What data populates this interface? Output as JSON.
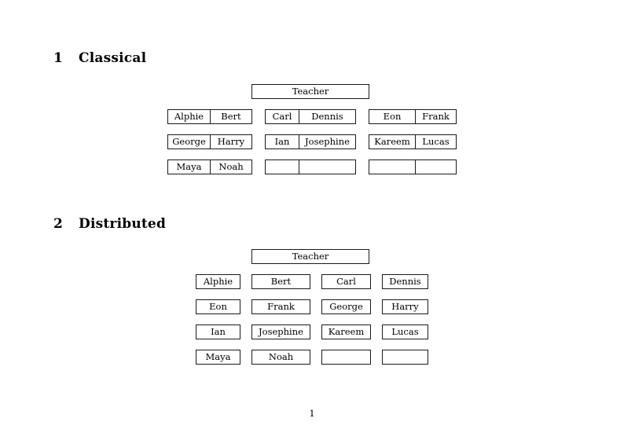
{
  "document": {
    "page_number": "1",
    "sections": [
      {
        "number": "1",
        "title": "Classical",
        "teacher_label": "Teacher",
        "layout": "paired-cells",
        "rows": [
          {
            "groups": [
              {
                "cells": [
                  {
                    "label": "Alphie"
                  },
                  {
                    "label": "Bert"
                  }
                ]
              },
              {
                "cells": [
                  {
                    "label": "Carl"
                  },
                  {
                    "label": "Dennis"
                  }
                ]
              },
              {
                "cells": [
                  {
                    "label": "Eon"
                  },
                  {
                    "label": "Frank"
                  }
                ]
              }
            ]
          },
          {
            "groups": [
              {
                "cells": [
                  {
                    "label": "George"
                  },
                  {
                    "label": "Harry"
                  }
                ]
              },
              {
                "cells": [
                  {
                    "label": "Ian"
                  },
                  {
                    "label": "Josephine"
                  }
                ]
              },
              {
                "cells": [
                  {
                    "label": "Kareem"
                  },
                  {
                    "label": "Lucas"
                  }
                ]
              }
            ]
          },
          {
            "groups": [
              {
                "cells": [
                  {
                    "label": "Maya"
                  },
                  {
                    "label": "Noah"
                  }
                ]
              },
              {
                "cells": [
                  {
                    "label": ""
                  },
                  {
                    "label": ""
                  }
                ]
              },
              {
                "cells": [
                  {
                    "label": ""
                  },
                  {
                    "label": ""
                  }
                ]
              }
            ]
          }
        ]
      },
      {
        "number": "2",
        "title": "Distributed",
        "teacher_label": "Teacher",
        "layout": "separate-boxes",
        "rows": [
          {
            "boxes": [
              {
                "label": "Alphie"
              },
              {
                "label": "Bert"
              },
              {
                "label": "Carl"
              },
              {
                "label": "Dennis"
              }
            ]
          },
          {
            "boxes": [
              {
                "label": "Eon"
              },
              {
                "label": "Frank"
              },
              {
                "label": "George"
              },
              {
                "label": "Harry"
              }
            ]
          },
          {
            "boxes": [
              {
                "label": "Ian"
              },
              {
                "label": "Josephine"
              },
              {
                "label": "Kareem"
              },
              {
                "label": "Lucas"
              }
            ]
          },
          {
            "boxes": [
              {
                "label": "Maya"
              },
              {
                "label": "Noah"
              },
              {
                "label": ""
              },
              {
                "label": ""
              }
            ]
          }
        ]
      }
    ]
  },
  "colors": {
    "page_background": "#ffffff",
    "text": "#000000",
    "box_border": "#1a1a1a"
  }
}
